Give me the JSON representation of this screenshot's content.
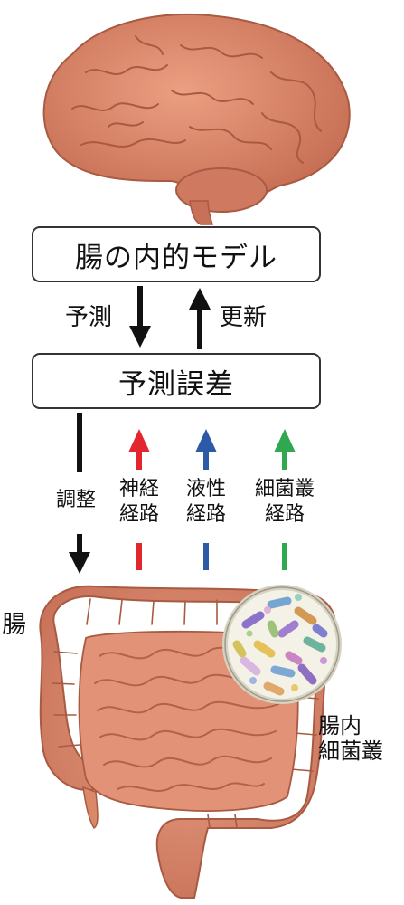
{
  "model_box": {
    "text": "腸の内的モデル"
  },
  "error_box": {
    "text": "予測誤差"
  },
  "arrows": {
    "prediction_label": "予測",
    "update_label": "更新",
    "adjust_label": "調整"
  },
  "pathways": [
    {
      "line1": "神経",
      "line2": "経路",
      "color": "#e3262d"
    },
    {
      "line1": "液性",
      "line2": "経路",
      "color": "#2d5aa6"
    },
    {
      "line1": "細菌叢",
      "line2": "経路",
      "color": "#2fa84f"
    }
  ],
  "gut_label": "腸",
  "microbiota_label": {
    "line1": "腸内",
    "line2": "細菌叢"
  },
  "colors": {
    "organ": "#d98868",
    "organ_dark": "#a85a42",
    "outline": "#333333"
  },
  "icons": [
    "brain-illustration",
    "intestine-illustration",
    "microbiota-circle"
  ]
}
